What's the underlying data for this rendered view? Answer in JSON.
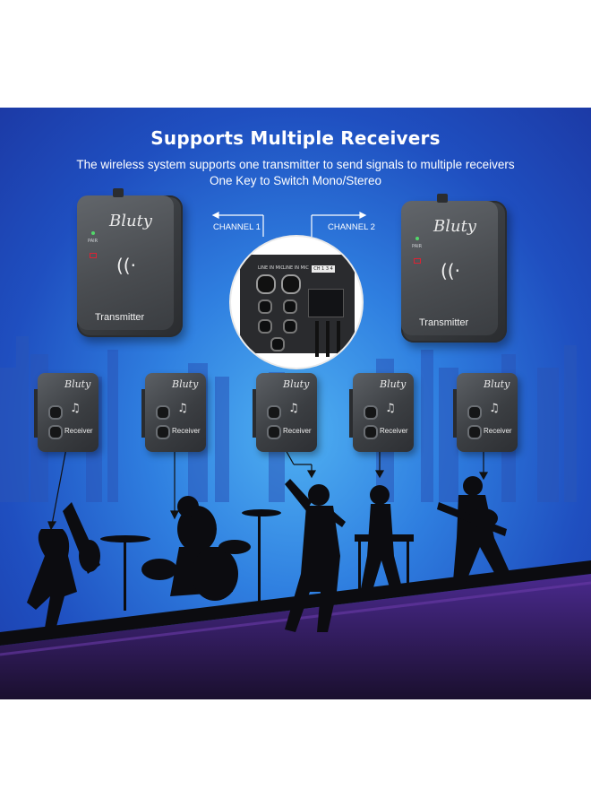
{
  "headline": "Supports Multiple Receivers",
  "subtitle_line1": "The wireless system supports one transmitter to send signals to multiple receivers",
  "subtitle_line2": "One Key to Switch Mono/Stereo",
  "channel_1": "CHANNEL 1",
  "channel_2": "CHANNEL 2",
  "transmitter": {
    "brand": "Bluty",
    "label": "Transmitter",
    "pair_label": "PAIR"
  },
  "receiver": {
    "brand": "Bluty",
    "label": "Receiver"
  },
  "mixer": {
    "left_text": "LINE IN MIC",
    "right_text": "LINE IN MIC",
    "badge": "CH 1 3 4"
  },
  "colors": {
    "background_top": "#1c3aa6",
    "background_center": "#4fb0f2",
    "device_body": "#3b3e42",
    "text": "#ffffff",
    "silhouette": "#0c0c10",
    "stage_purple": "#5a2a8a"
  },
  "icons": [
    "wireless-signal-icon",
    "headphone-icon",
    "arrow-icon"
  ]
}
